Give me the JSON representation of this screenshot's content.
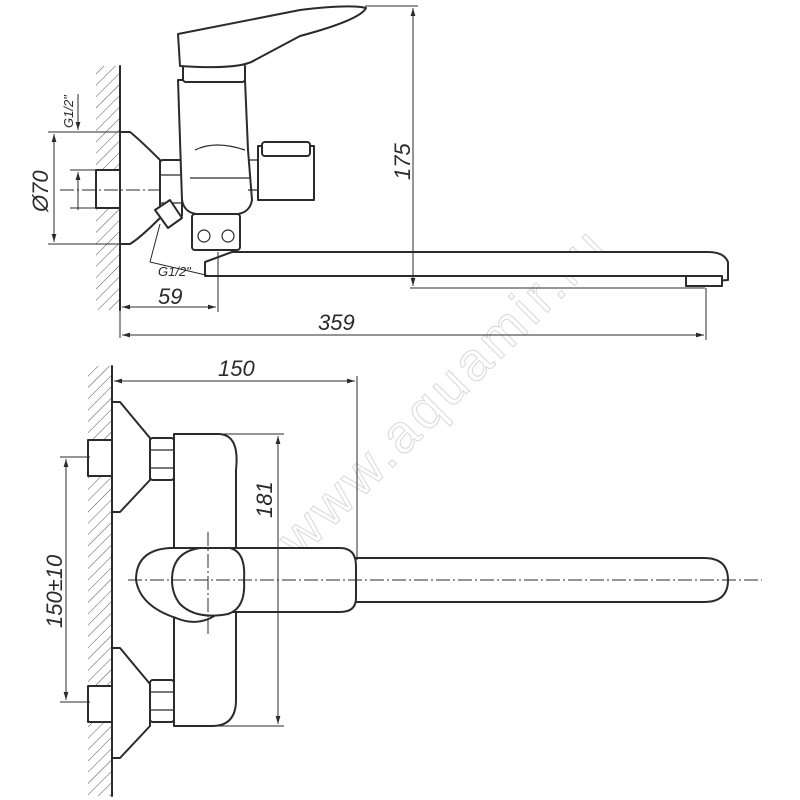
{
  "watermark": "www.aquamir.ru",
  "side_view": {
    "dim_height": "175",
    "dim_offset": "59",
    "dim_length": "359",
    "thread_top": "G1/2\"",
    "thread_bottom": "G1/2\"",
    "flange_diameter": "Ø70"
  },
  "top_view": {
    "dim_width": "150",
    "dim_body": "181",
    "dim_spacing": "150±10"
  }
}
